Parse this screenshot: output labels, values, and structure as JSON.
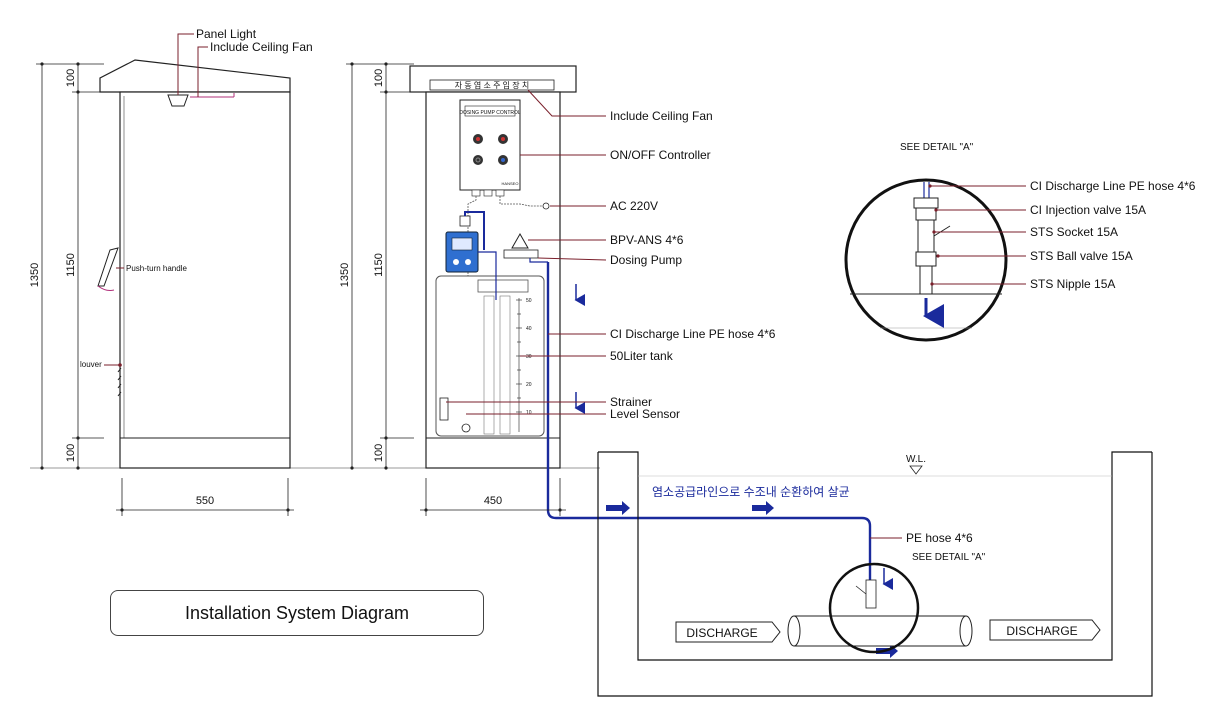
{
  "caption": "Installation System Diagram",
  "side_view": {
    "labels": {
      "panel_light": "Panel Light",
      "ceiling_fan": "Include Ceiling Fan",
      "handle": "Push-turn handle",
      "louver": "louver"
    },
    "dims": {
      "total": "1350",
      "top": "100",
      "middle": "1150",
      "bottom": "100",
      "width": "550"
    }
  },
  "front_view": {
    "header_text": "자 동 염 소 주 입 장 치",
    "controller_title": "DOSING PUMP CONTROL",
    "controller_brand": "HANSEO",
    "callouts": [
      "Include Ceiling Fan",
      "ON/OFF Controller",
      "AC 220V",
      "BPV-ANS 4*6",
      "Dosing Pump",
      "CI Discharge Line PE hose 4*6",
      "50Liter tank",
      "Strainer",
      "Level Sensor"
    ],
    "tank_scale": [
      "50",
      "40",
      "30",
      "20",
      "10"
    ],
    "dims": {
      "total": "1350",
      "top": "100",
      "middle": "1150",
      "bottom": "100",
      "width": "450"
    }
  },
  "detail": {
    "title": "SEE DETAIL \"A\"",
    "callouts": [
      "CI Discharge Line PE hose 4*6",
      "CI Injection valve 15A",
      "STS Socket 15A",
      "STS Ball valve 15A",
      "STS Nipple 15A"
    ]
  },
  "basin": {
    "water_level": "W.L.",
    "korean_note": "염소공급라인으로 수조내 순환하여 살균",
    "pe_hose": "PE hose 4*6",
    "see_detail": "SEE DETAIL \"A\"",
    "discharge_left": "DISCHARGE",
    "discharge_right": "DISCHARGE"
  },
  "colors": {
    "line": "#222222",
    "hose": "#1a2a9c",
    "leader": "#7a1f2b",
    "pump": "#2f6fd0"
  }
}
